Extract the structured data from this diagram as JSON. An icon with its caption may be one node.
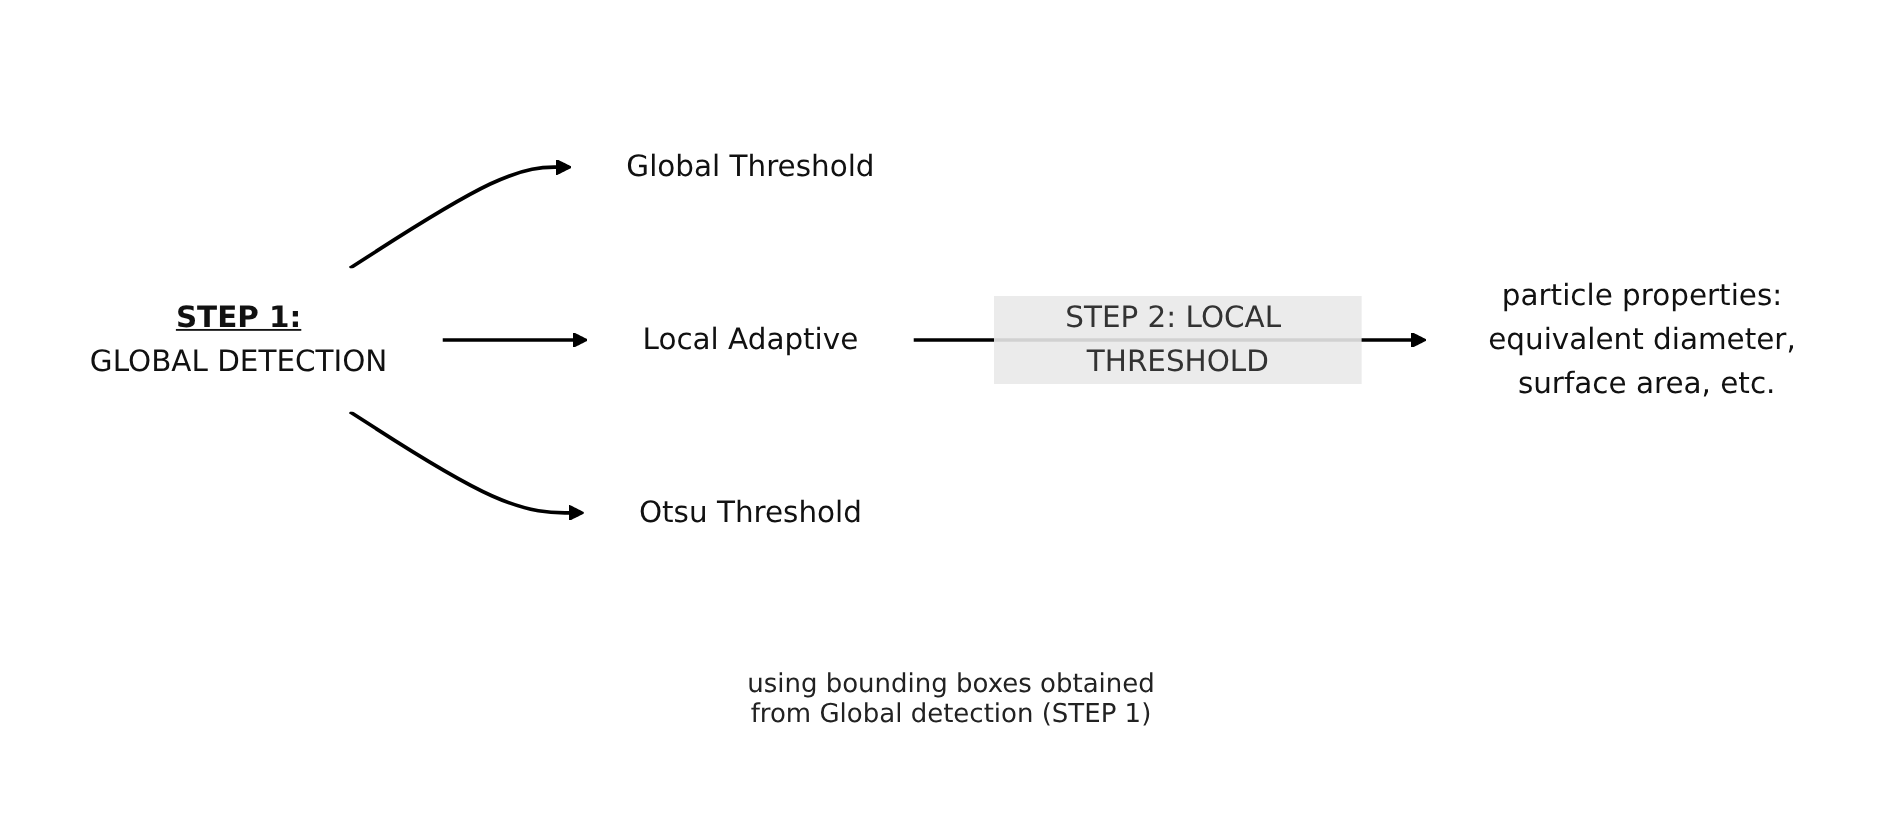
{
  "diagram": {
    "nodes": [
      {
        "text": [
          "STEP 1:",
          "GLOBAL DETECTION"
        ]
      },
      {
        "text": [
          "Global Threshold"
        ]
      },
      {
        "text": [
          "Local Adaptive"
        ]
      },
      {
        "text": [
          "Otsu Threshold"
        ]
      },
      {
        "text": [
          "particle properties: equivalent diameter, surface area, etc."
        ]
      }
    ],
    "edges": [
      {
        "from": 0,
        "to": 1,
        "arrow": "to"
      },
      {
        "from": 0,
        "to": 2,
        "arrow": "to"
      },
      {
        "from": 0,
        "to": 3,
        "arrow": "to"
      },
      {
        "from": 2,
        "to": 4,
        "arrow": "to",
        "label": "STEP 2: LOCAL THRESHOLD"
      }
    ],
    "labels": [
      "using bounding boxes obtained from Global detection (STEP 1)"
    ]
  }
}
